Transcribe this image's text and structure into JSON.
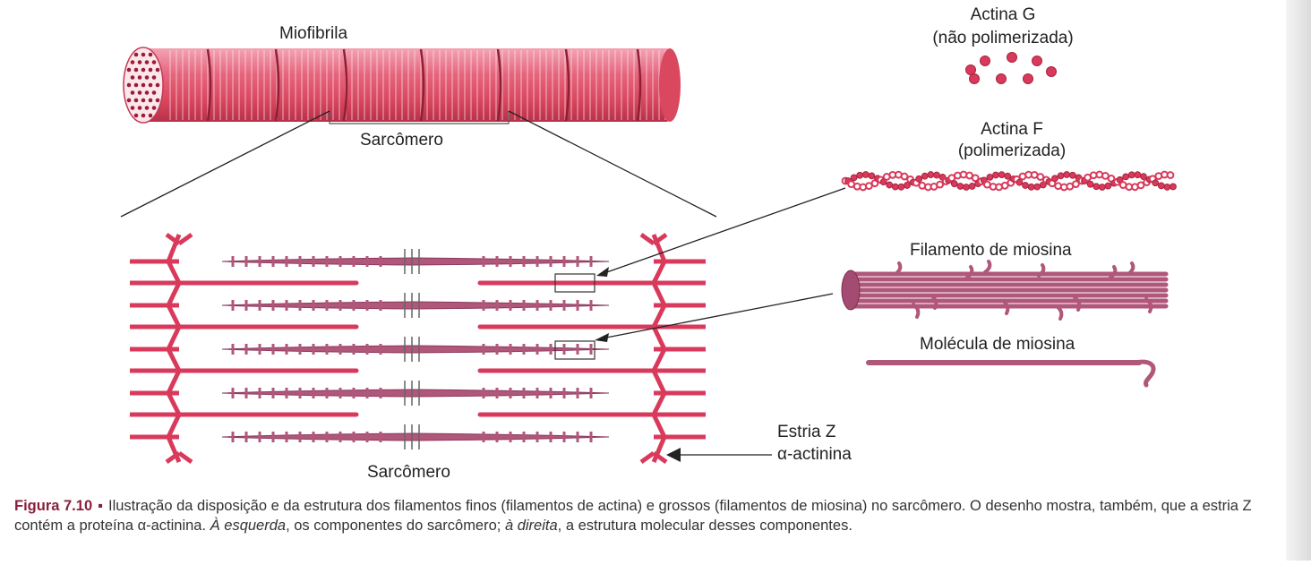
{
  "labels": {
    "miofibrila": "Miofibrila",
    "sarcomero_top": "Sarcômero",
    "sarcomero_bottom": "Sarcômero",
    "actina_g_line1": "Actina G",
    "actina_g_line2": "(não polimerizada)",
    "actina_f_line1": "Actina F",
    "actina_f_line2": "(polimerizada)",
    "filamento_miosina": "Filamento de miosina",
    "molecula_miosina": "Molécula de miosina",
    "estria_z_line1": "Estria Z",
    "estria_z_line2": "α-actinina"
  },
  "caption": {
    "figure_label": "Figura 7.10",
    "bullet": "▪",
    "text_1": "Ilustração da disposição e da estrutura dos filamentos finos (filamentos de actina) e grossos (filamentos de miosina) no sarcômero. O desenho mostra, também, que a estria Z contém a proteína α-actinina. ",
    "italic_left": "À esquerda",
    "text_2": ", os componentes do sarcômero; ",
    "italic_right": "à direita",
    "text_3": ", a estrutura molecular desses componentes."
  },
  "colors": {
    "actin": "#d93a5c",
    "myosin": "#b0577a",
    "myofibril": "#e05a72",
    "line": "#222222"
  }
}
